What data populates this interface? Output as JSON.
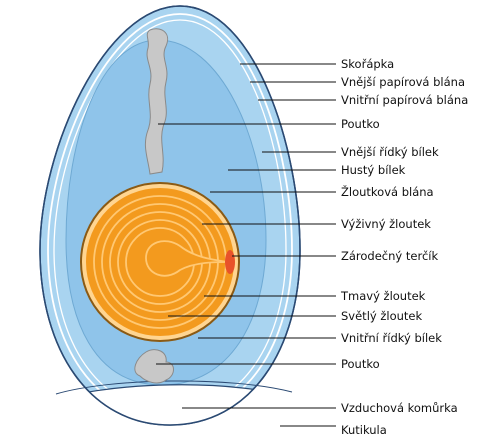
{
  "labels": {
    "shell": "Skořápka",
    "outer_shell_membrane": "Vnější papírová blána",
    "inner_shell_membrane": "Vnitřní papírová blána",
    "chalaza_top": "Poutko",
    "outer_thin_albumen": "Vnější řídký bílek",
    "thick_albumen": "Hustý bílek",
    "vitelline_membrane": "Žloutková blána",
    "latebra": "Výživný žloutek",
    "germinal_disc": "Zárodečný terčík",
    "dark_yolk": "Tmavý žloutek",
    "light_yolk": "Světlý žloutek",
    "inner_thin_albumen": "Vnitřní řídký bílek",
    "chalaza_bottom": "Poutko",
    "air_cell": "Vzduchová komůrka",
    "cuticle": "Kutikula"
  },
  "colors": {
    "albumen_outer": "#a9d4f0",
    "albumen_inner": "#8fc4ea",
    "membrane": "#ffffff",
    "outline": "#2b4a73",
    "yolk_dark": "#f39a1e",
    "yolk_ring": "#ffc873",
    "germinal_disc": "#e8522a",
    "chalaza": "#c8c8c8",
    "air_cell": "#ffffff"
  }
}
